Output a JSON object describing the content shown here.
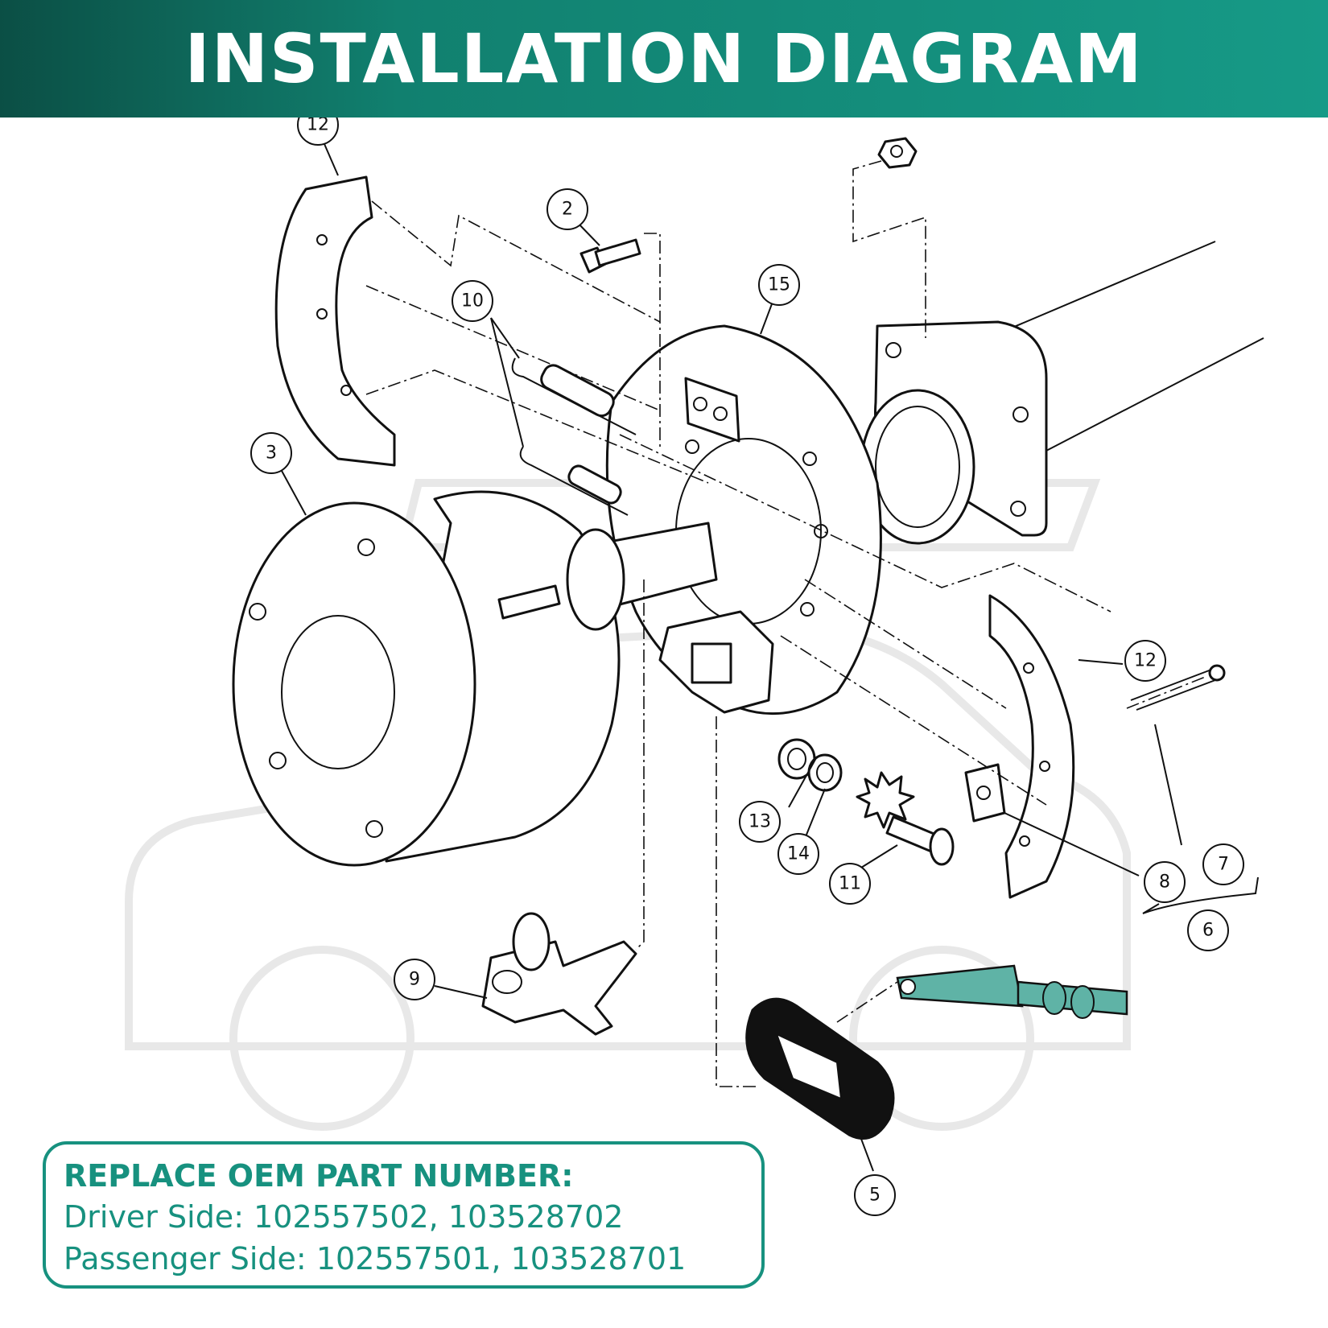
{
  "banner": {
    "title": "INSTALLATION DIAGRAM"
  },
  "colors": {
    "banner_dark": "#0b4f45",
    "banner_light": "#169a87",
    "accent": "#17917f",
    "cable": "#5fb3a6"
  },
  "callouts": [
    "12",
    "2",
    "15",
    "10",
    "3",
    "12",
    "7",
    "8",
    "6",
    "13",
    "14",
    "11",
    "9",
    "5"
  ],
  "oem": {
    "heading": "REPLACE OEM PART NUMBER:",
    "driver_label": "Driver Side:",
    "driver_numbers": "102557502, 103528702",
    "passenger_label": "Passenger Side:",
    "passenger_numbers": "102557501, 103528701"
  }
}
